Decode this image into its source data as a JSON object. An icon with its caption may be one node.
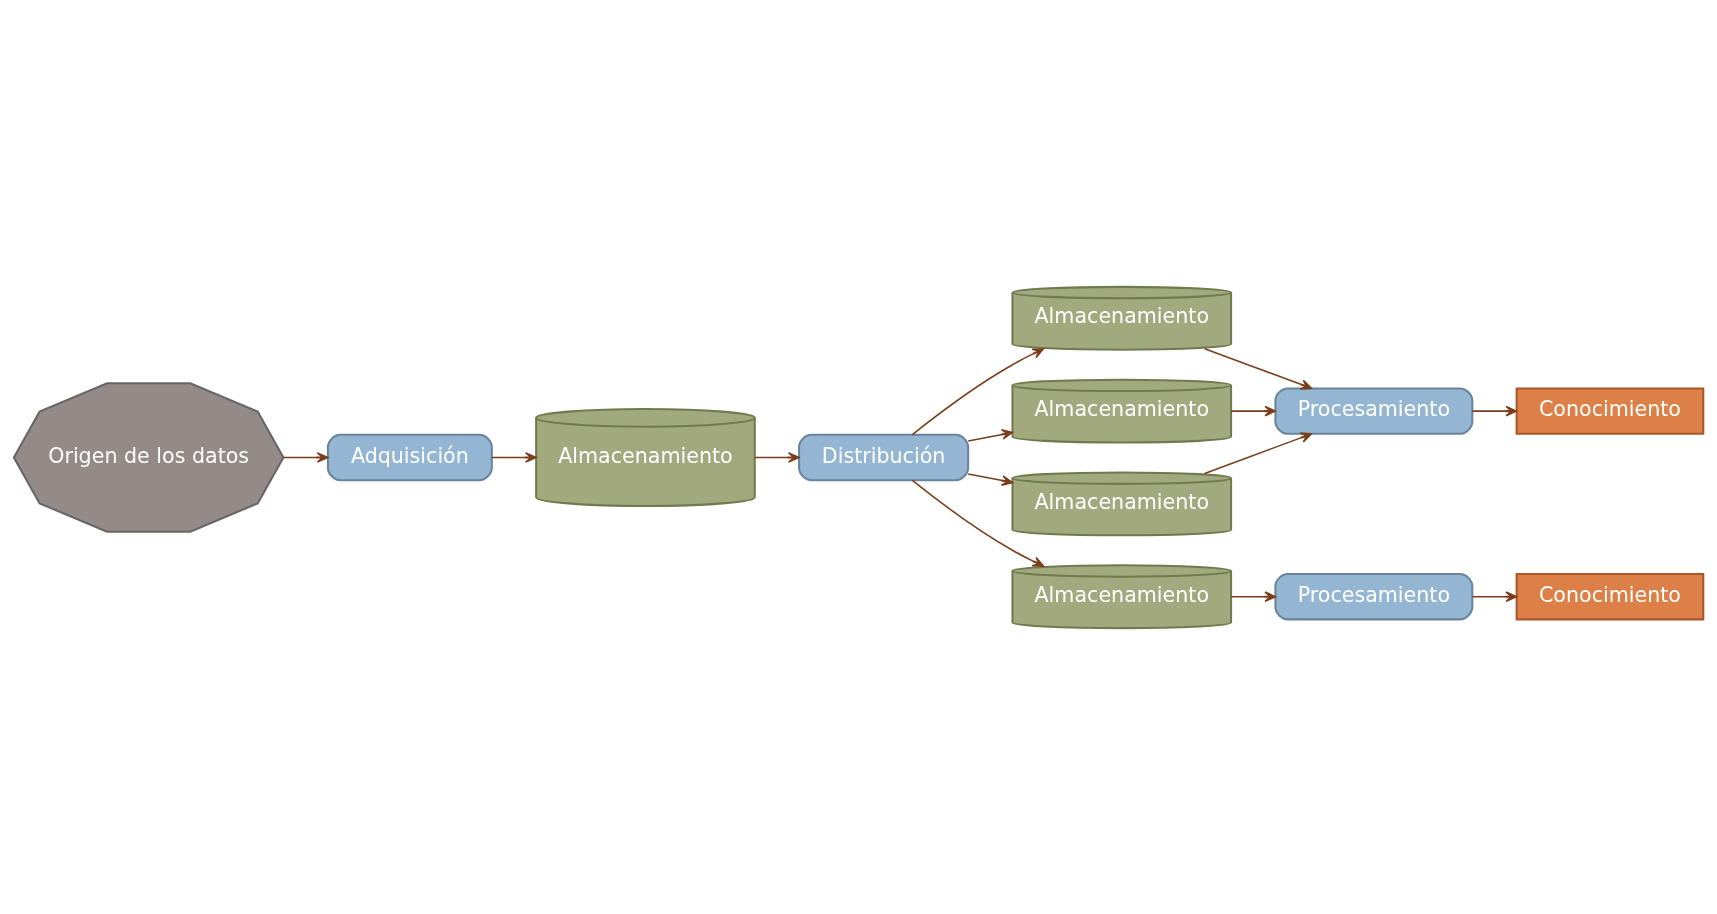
{
  "diagram": {
    "nodes": [
      {
        "text": [
          "Origen de los datos"
        ]
      },
      {
        "text": [
          "Adquisición"
        ]
      },
      {
        "text": [
          "Almacenamiento"
        ]
      },
      {
        "text": [
          "Distribución"
        ]
      },
      {
        "text": [
          "Almacenamiento"
        ]
      },
      {
        "text": [
          "Conocimiento"
        ]
      },
      {
        "text": [
          "Procesamiento"
        ]
      },
      {
        "text": [
          "Almacenamiento"
        ]
      },
      {
        "text": [
          "Almacenamiento"
        ]
      },
      {
        "text": [
          "Conocimiento"
        ]
      },
      {
        "text": [
          "Procesamiento"
        ]
      },
      {
        "text": [
          "Almacenamiento"
        ]
      }
    ],
    "edges": [
      {
        "from": 0,
        "to": 1,
        "arrow": "to"
      },
      {
        "from": 1,
        "to": 2,
        "arrow": "to"
      },
      {
        "from": 2,
        "to": 3,
        "arrow": "to"
      },
      {
        "from": 3,
        "to": 4,
        "arrow": "to"
      },
      {
        "from": 3,
        "to": 7,
        "arrow": "to"
      },
      {
        "from": 3,
        "to": 8,
        "arrow": "to"
      },
      {
        "from": 3,
        "to": 11,
        "arrow": "to"
      },
      {
        "from": 4,
        "to": 6,
        "arrow": "to"
      },
      {
        "from": 7,
        "to": 6,
        "arrow": "to"
      },
      {
        "from": 8,
        "to": 6,
        "arrow": "to"
      },
      {
        "from": 6,
        "to": 5,
        "arrow": "to"
      },
      {
        "from": 11,
        "to": 10,
        "arrow": "to"
      },
      {
        "from": 10,
        "to": 9,
        "arrow": "to"
      }
    ]
  }
}
